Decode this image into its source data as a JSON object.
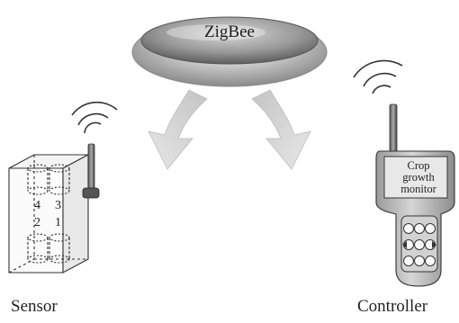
{
  "diagram": {
    "zigbee_label": "ZigBee",
    "sensor_label": "Sensor",
    "controller_label": "Controller",
    "screen_lines": [
      "Crop",
      "growth",
      "monitor"
    ],
    "container_numbers": [
      "4",
      "3",
      "2",
      "1"
    ]
  }
}
